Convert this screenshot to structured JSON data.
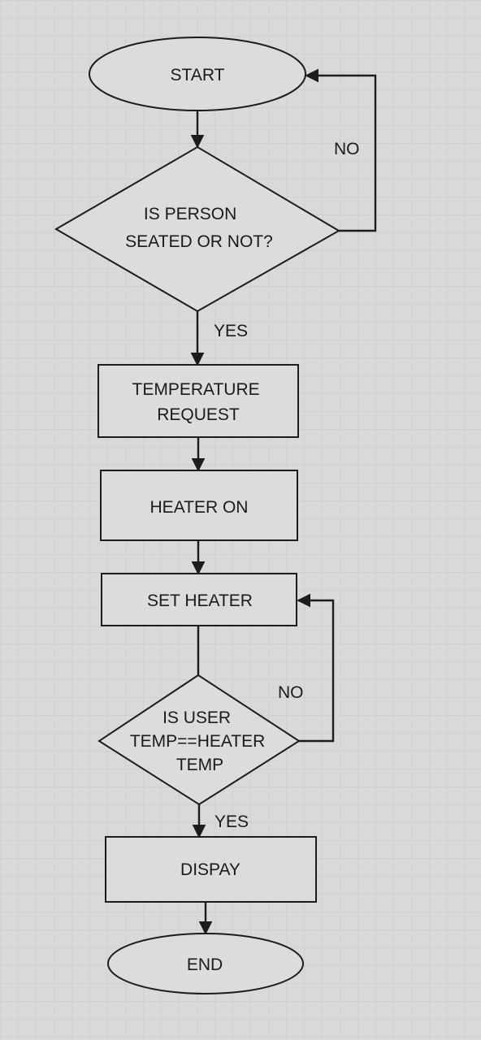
{
  "diagram": {
    "nodes": {
      "start": {
        "lines": [
          "START"
        ]
      },
      "decision_seated": {
        "lines": [
          "IS PERSON",
          "SEATED OR NOT?"
        ]
      },
      "temperature_request": {
        "lines": [
          "TEMPERATURE",
          "REQUEST"
        ]
      },
      "heater_on": {
        "lines": [
          "HEATER ON"
        ]
      },
      "set_heater": {
        "lines": [
          "SET HEATER"
        ]
      },
      "decision_temp": {
        "lines": [
          "IS USER",
          "TEMP==HEATER",
          "TEMP"
        ]
      },
      "display": {
        "lines": [
          "DISPAY"
        ]
      },
      "end": {
        "lines": [
          "END"
        ]
      }
    },
    "edge_labels": {
      "seated_no": "NO",
      "seated_yes": "YES",
      "temp_no": "NO",
      "temp_yes": "YES"
    },
    "colors": {
      "background": "#d9d9d7",
      "grid": "#c4c4c2",
      "node_fill": "#dcdcda",
      "stroke": "#1c1c1c",
      "text": "#1a1a1a"
    }
  }
}
